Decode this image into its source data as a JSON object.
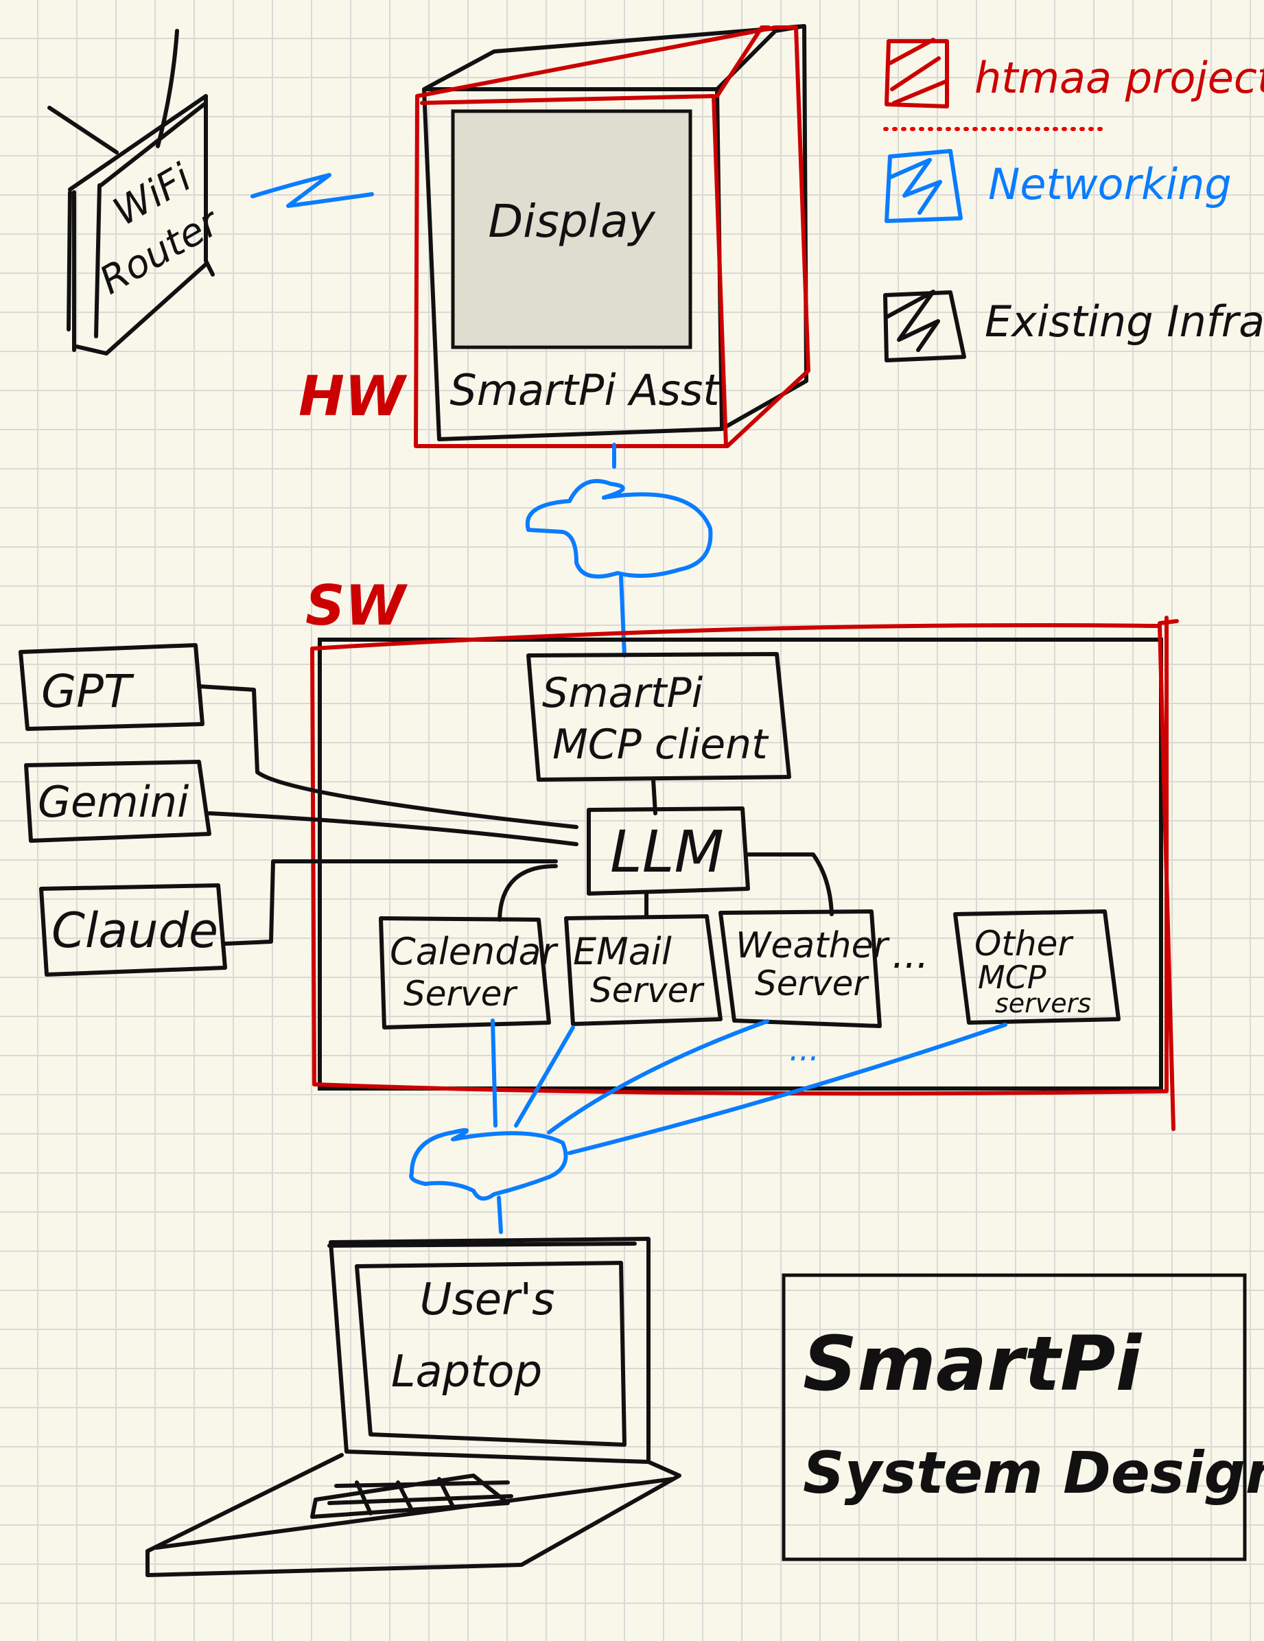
{
  "title": {
    "line1": "SmartPi",
    "line2": "System Design"
  },
  "legend": [
    {
      "label": "htmaa project",
      "color": "#cc0000"
    },
    {
      "label": "Networking",
      "color": "#0a7cff"
    },
    {
      "label": "Existing Infra",
      "color": "#111111"
    }
  ],
  "hardware": {
    "section_label": "HW",
    "router": {
      "line1": "WiFi",
      "line2": "Router"
    },
    "device": {
      "screen_label": "Display",
      "name": "SmartPi Asst"
    }
  },
  "software": {
    "section_label": "SW",
    "client": {
      "line1": "SmartPi",
      "line2": "MCP client"
    },
    "llm": "LLM",
    "models": [
      "GPT",
      "Gemini",
      "Claude"
    ],
    "servers": [
      {
        "line1": "Calendar",
        "line2": "Server"
      },
      {
        "line1": "EMail",
        "line2": "Server"
      },
      {
        "line1": "Weather",
        "line2": "Server"
      },
      {
        "line1": "Other",
        "line2": "MCP",
        "line3": "servers"
      }
    ],
    "ellipsis": "...",
    "ellipsis_below": "..."
  },
  "laptop": {
    "line1": "User's",
    "line2": "Laptop"
  }
}
